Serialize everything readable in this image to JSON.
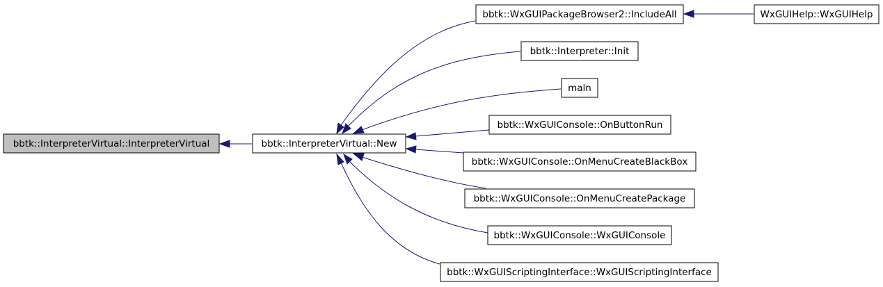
{
  "graph": {
    "nodes": [
      {
        "id": "n0",
        "label": "bbtk::InterpreterVirtual::InterpreterVirtual",
        "highlighted": true
      },
      {
        "id": "n1",
        "label": "bbtk::InterpreterVirtual::New"
      },
      {
        "id": "n2",
        "label": "bbtk::WxGUIPackageBrowser2::IncludeAll"
      },
      {
        "id": "n3",
        "label": "WxGUIHelp::WxGUIHelp"
      },
      {
        "id": "n4",
        "label": "bbtk::Interpreter::Init"
      },
      {
        "id": "n5",
        "label": "main"
      },
      {
        "id": "n6",
        "label": "bbtk::WxGUIConsole::OnButtonRun"
      },
      {
        "id": "n7",
        "label": "bbtk::WxGUIConsole::OnMenuCreateBlackBox"
      },
      {
        "id": "n8",
        "label": "bbtk::WxGUIConsole::OnMenuCreatePackage"
      },
      {
        "id": "n9",
        "label": "bbtk::WxGUIConsole::WxGUIConsole"
      },
      {
        "id": "n10",
        "label": "bbtk::WxGUIScriptingInterface::WxGUIScriptingInterface"
      }
    ],
    "edges": [
      {
        "from": "n1",
        "to": "n0"
      },
      {
        "from": "n2",
        "to": "n1"
      },
      {
        "from": "n3",
        "to": "n2"
      },
      {
        "from": "n4",
        "to": "n1"
      },
      {
        "from": "n5",
        "to": "n1"
      },
      {
        "from": "n6",
        "to": "n1"
      },
      {
        "from": "n7",
        "to": "n1"
      },
      {
        "from": "n8",
        "to": "n1"
      },
      {
        "from": "n9",
        "to": "n1"
      },
      {
        "from": "n10",
        "to": "n1"
      }
    ],
    "colors": {
      "edge": "#191970",
      "highlighted_fill": "#bfbfbf",
      "node_fill": "#ffffff",
      "node_border": "#000000"
    }
  }
}
